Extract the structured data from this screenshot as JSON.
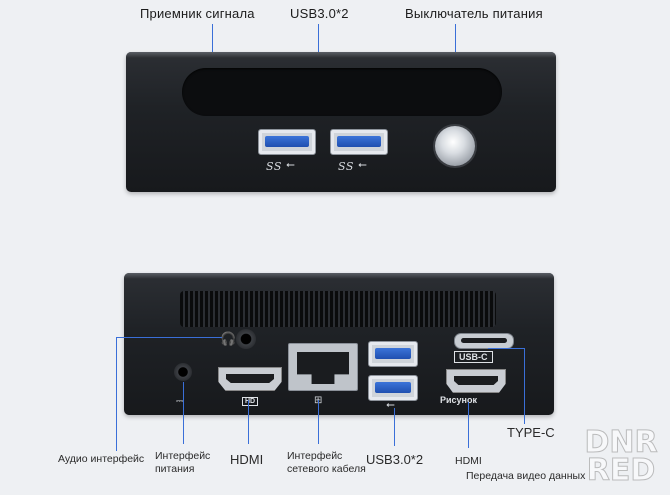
{
  "top_labels": {
    "receiver": "Приемник сигнала",
    "usb": "USB3.0*2",
    "power_button": "Выключатель питания"
  },
  "front_panel": {
    "ss_mark": "SS"
  },
  "rear_panel": {
    "usb_c_mark": "USB-C",
    "hdmi_mark": "HD",
    "picture_mark": "Рисунок"
  },
  "bottom_labels": {
    "audio": "Аудио интерфейс",
    "power_in": "Интерфейс питания",
    "hdmi": "HDMI",
    "network": "Интерфейс сетевого кабеля",
    "usb": "USB3.0*2",
    "hdmi2": "HDMI",
    "typec": "TYPE-C",
    "video": "Передача видео данных"
  },
  "watermark": "DNR RED",
  "colors": {
    "leader_line": "#3a6fd8",
    "device_body": "#1f2226",
    "usb_tongue": "#1f4fb0"
  }
}
